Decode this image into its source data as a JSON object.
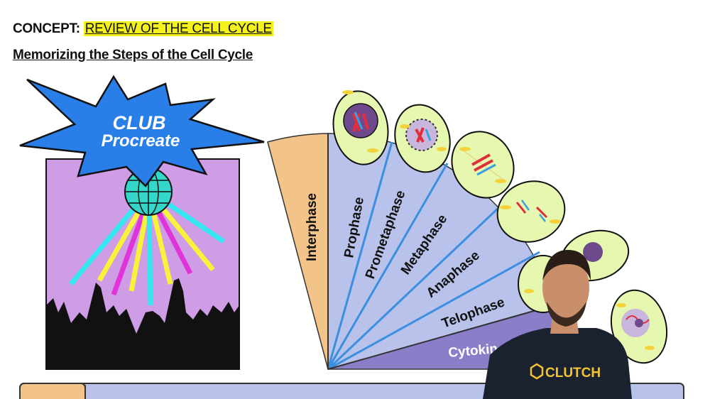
{
  "header": {
    "concept_prefix": "CONCEPT:",
    "concept_title": "REVIEW OF THE CELL CYCLE",
    "subtitle": "Memorizing the Steps of the Cell Cycle"
  },
  "club": {
    "line1": "CLUB",
    "line2": "Procreate"
  },
  "fan": {
    "labels": [
      "Interphase",
      "Prophase",
      "Prometaphase",
      "Metaphase",
      "Anaphase",
      "Telophase",
      "Cytokin"
    ]
  },
  "presenter": {
    "logo_text": "CLUTCH"
  },
  "colors": {
    "interphase": "#f2c48a",
    "mitosis": "#b8c2ea",
    "cytokinesis": "#8a7ec8",
    "blue_lines": "#3a8fe0",
    "starburst": "#2a7ee8",
    "club_bg": "#cf9ce6",
    "highlight": "#f4f21a"
  }
}
